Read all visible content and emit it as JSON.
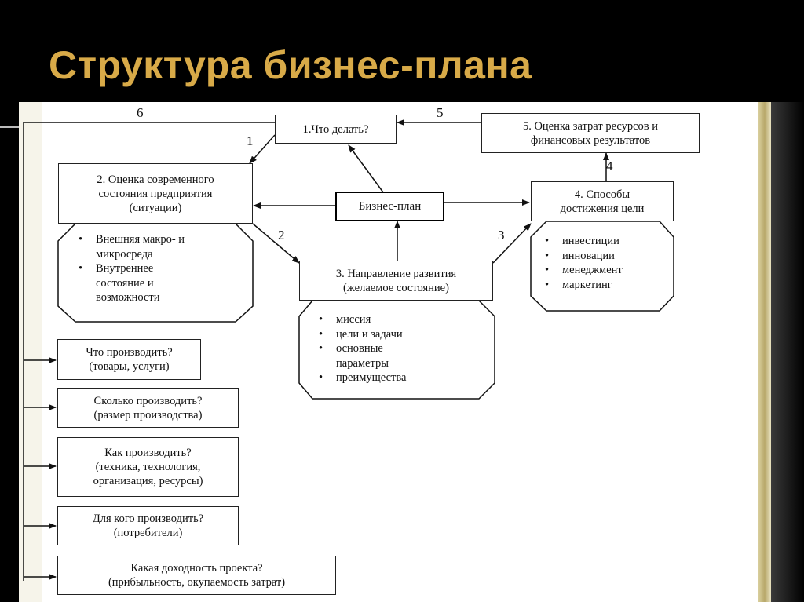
{
  "title": "Структура бизнес-плана",
  "boxes": {
    "what_to_do": "1.Что делать?",
    "costs": [
      "5. Оценка затрат ресурсов и",
      "финансовых результатов"
    ],
    "assessment": [
      "2. Оценка современного",
      "состояния предприятия",
      "(ситуации)"
    ],
    "business_plan": "Бизнес-план",
    "methods": [
      "4. Способы",
      "достижения цели"
    ],
    "direction": [
      "3. Направление развития",
      "(желаемое состояние)"
    ]
  },
  "bullets": {
    "environment": [
      "Внешняя макро- и",
      "микросреда",
      "Внутреннее",
      "состояние и",
      "возможности"
    ],
    "methods": [
      "инвестиции",
      "инновации",
      "менеджмент",
      "маркетинг"
    ],
    "direction": [
      "миссия",
      "цели и задачи",
      "основные",
      "параметры",
      "преимущества"
    ]
  },
  "questions": [
    [
      "Что производить?",
      "(товары, услуги)"
    ],
    [
      "Сколько производить?",
      "(размер производства)"
    ],
    [
      "Как производить?",
      "(техника, технология,",
      "организация, ресурсы)"
    ],
    [
      "Для кого производить?",
      "(потребители)"
    ],
    [
      "Какая доходность проекта?",
      "(прибыльность, окупаемость затрат)"
    ]
  ],
  "numbers": {
    "n1": "1",
    "n2": "2",
    "n3": "3",
    "n4": "4",
    "n5": "5",
    "n6": "6"
  }
}
